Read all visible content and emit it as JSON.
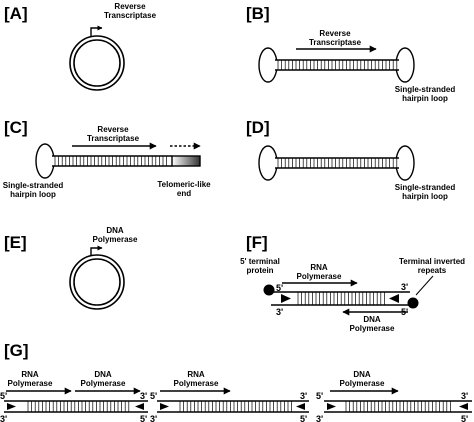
{
  "panels": {
    "a": {
      "label": "[A]",
      "enzyme_line1": "Reverse",
      "enzyme_line2": "Transcriptase"
    },
    "b": {
      "label": "[B]",
      "enzyme_line1": "Reverse",
      "enzyme_line2": "Transcriptase",
      "loop_line1": "Single-stranded",
      "loop_line2": "hairpin loop"
    },
    "c": {
      "label": "[C]",
      "enzyme_line1": "Reverse",
      "enzyme_line2": "Transcriptase",
      "loop_line1": "Single-stranded",
      "loop_line2": "hairpin loop",
      "end_line1": "Telomeric-like",
      "end_line2": "end"
    },
    "d": {
      "label": "[D]",
      "loop_line1": "Single-stranded",
      "loop_line2": "hairpin loop"
    },
    "e": {
      "label": "[E]",
      "enzyme_line1": "DNA",
      "enzyme_line2": "Polymerase"
    },
    "f": {
      "label": "[F]",
      "protein_line1": "5' terminal",
      "protein_line2": "protein",
      "rna_line1": "RNA",
      "rna_line2": "Polymerase",
      "repeats_line1": "Terminal inverted",
      "repeats_line2": "repeats",
      "dna_line1": "DNA",
      "dna_line2": "Polymerase",
      "end_5_top": "5'",
      "end_3_top": "3'",
      "end_3_bottom": "3'",
      "end_5_bottom": "5'"
    },
    "g": {
      "label": "[G]",
      "rna_line1": "RNA",
      "rna_line2": "Polymerase",
      "dna_line1": "DNA",
      "dna_line2": "Polymerase",
      "end_5_top": "5'",
      "end_3_top": "3'",
      "end_3_bottom": "3'",
      "end_5_bottom": "5'"
    }
  },
  "colors": {
    "ink": "#000000",
    "background": "#ffffff",
    "telomere_gradient_start": "#ffffff",
    "telomere_gradient_end": "#333333"
  }
}
